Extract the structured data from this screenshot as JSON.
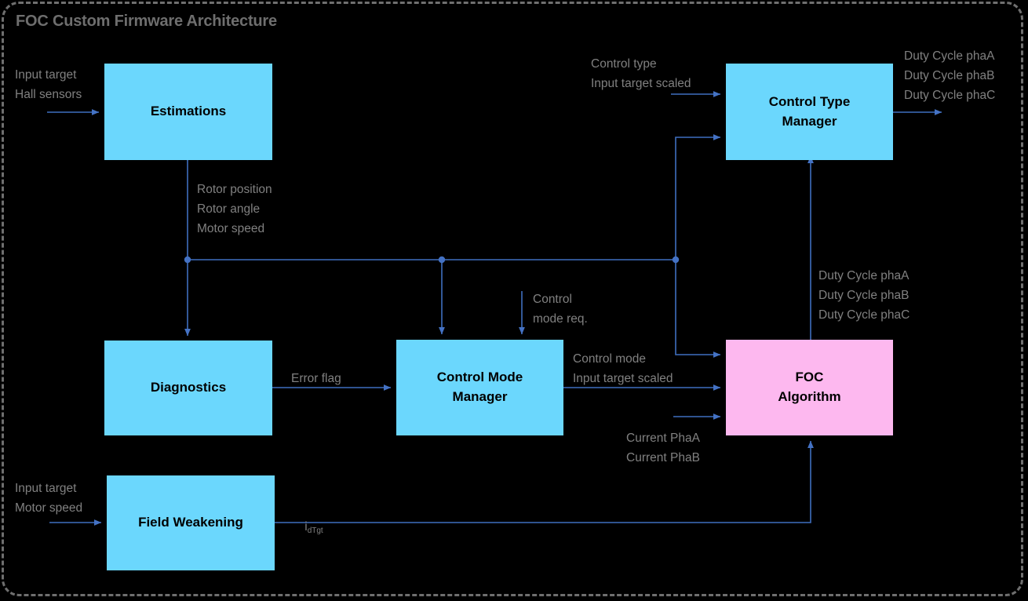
{
  "title": "FOC Custom Firmware Architecture",
  "colors": {
    "background": "#000000",
    "frame_border": "#6f6f6f",
    "title_text": "#6e6e6e",
    "label_text": "#808080",
    "block_cyan": "#6BD7FD",
    "block_pink": "#FDB8EF",
    "wire": "#3F6FBF",
    "arrow": "#4472C4",
    "junction": "#4472C4"
  },
  "blocks": [
    {
      "id": "estimations",
      "label": "Estimations",
      "color": "#6BD7FD"
    },
    {
      "id": "control-type-manager",
      "label": "Control Type\nManager",
      "color": "#6BD7FD"
    },
    {
      "id": "diagnostics",
      "label": "Diagnostics",
      "color": "#6BD7FD"
    },
    {
      "id": "control-mode-manager",
      "label": "Control Mode\nManager",
      "color": "#6BD7FD"
    },
    {
      "id": "foc-algorithm",
      "label": "FOC\nAlgorithm",
      "color": "#FDB8EF"
    },
    {
      "id": "field-weakening",
      "label": "Field Weakening",
      "color": "#6BD7FD"
    }
  ],
  "labels": {
    "estimations_input": "Input target\nHall sensors",
    "estimations_output": "Rotor position\nRotor angle\nMotor speed",
    "control_type_input": "Control type\nInput target scaled",
    "control_type_output": "Duty Cycle phaA\nDuty Cycle phaB\nDuty Cycle phaC",
    "foc_output": "Duty Cycle phaA\nDuty Cycle phaB\nDuty Cycle phaC",
    "control_mode_req": "Control\nmode req.",
    "diagnostics_output": "Error flag",
    "control_mode_output": "Control mode\nInput target scaled",
    "foc_current_input": "Current PhaA\nCurrent PhaB",
    "field_weakening_input": "Input target\nMotor speed",
    "field_weakening_output_base": "i",
    "field_weakening_output_sub": "dTgt"
  }
}
